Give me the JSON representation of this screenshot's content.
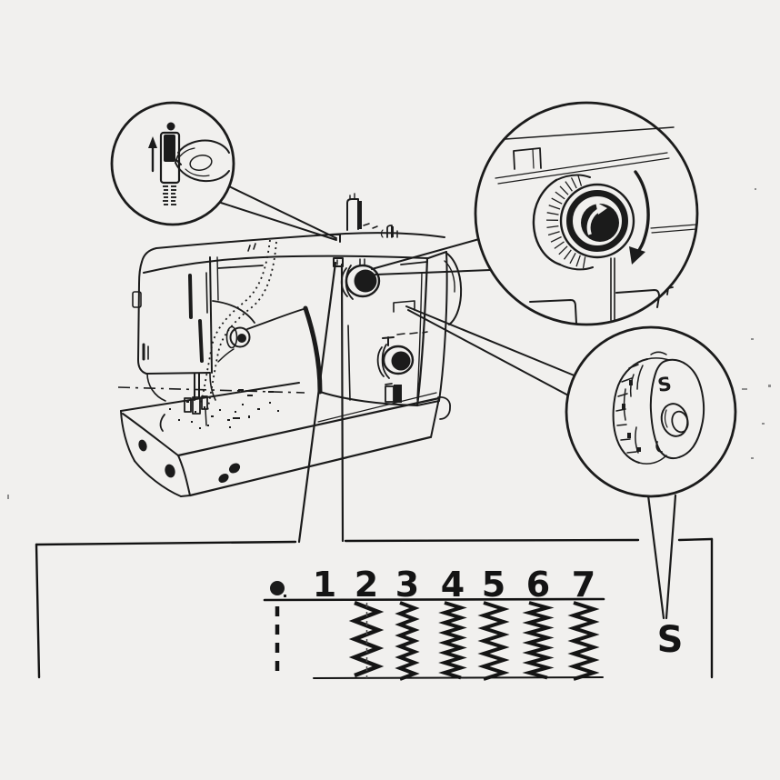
{
  "page": {
    "type": "scanned sewing machine instruction manual illustration",
    "background_color": "#f1f0ee",
    "ink_color": "#1b1b1b"
  },
  "machine": {
    "description": "zigzag sewing machine, three-quarter front line drawing with carrying base"
  },
  "callouts": {
    "lever_closeup": {
      "description": "magnified view of a lever in a slot being pushed up by a hand",
      "icons": [
        "up-arrow-icon",
        "lever-icon",
        "hand-icon"
      ]
    },
    "knob_closeup": {
      "description": "magnified knurled selector knob with clockwise rotation arrow",
      "icons": [
        "rotation-arrow-icon"
      ]
    },
    "cam_closeup": {
      "description": "magnified pattern cam disc with knurled edge and centre hub",
      "face_label": "S"
    }
  },
  "stitch_panel": {
    "marker": "dot",
    "marker_line": "dashed straight stitch line",
    "cam_pointer_label": "S",
    "columns": [
      {
        "label": "1",
        "pattern": "none"
      },
      {
        "label": "2",
        "pattern": "zigzag",
        "amp": 13,
        "period": 20
      },
      {
        "label": "3",
        "pattern": "zigzag",
        "amp": 8,
        "period": 12
      },
      {
        "label": "4",
        "pattern": "zigzag",
        "amp": 9,
        "period": 11
      },
      {
        "label": "5",
        "pattern": "zigzag",
        "amp": 11,
        "period": 14
      },
      {
        "label": "6",
        "pattern": "zigzag",
        "amp": 10,
        "period": 11
      },
      {
        "label": "7",
        "pattern": "zigzag",
        "amp": 11,
        "period": 14
      }
    ]
  }
}
